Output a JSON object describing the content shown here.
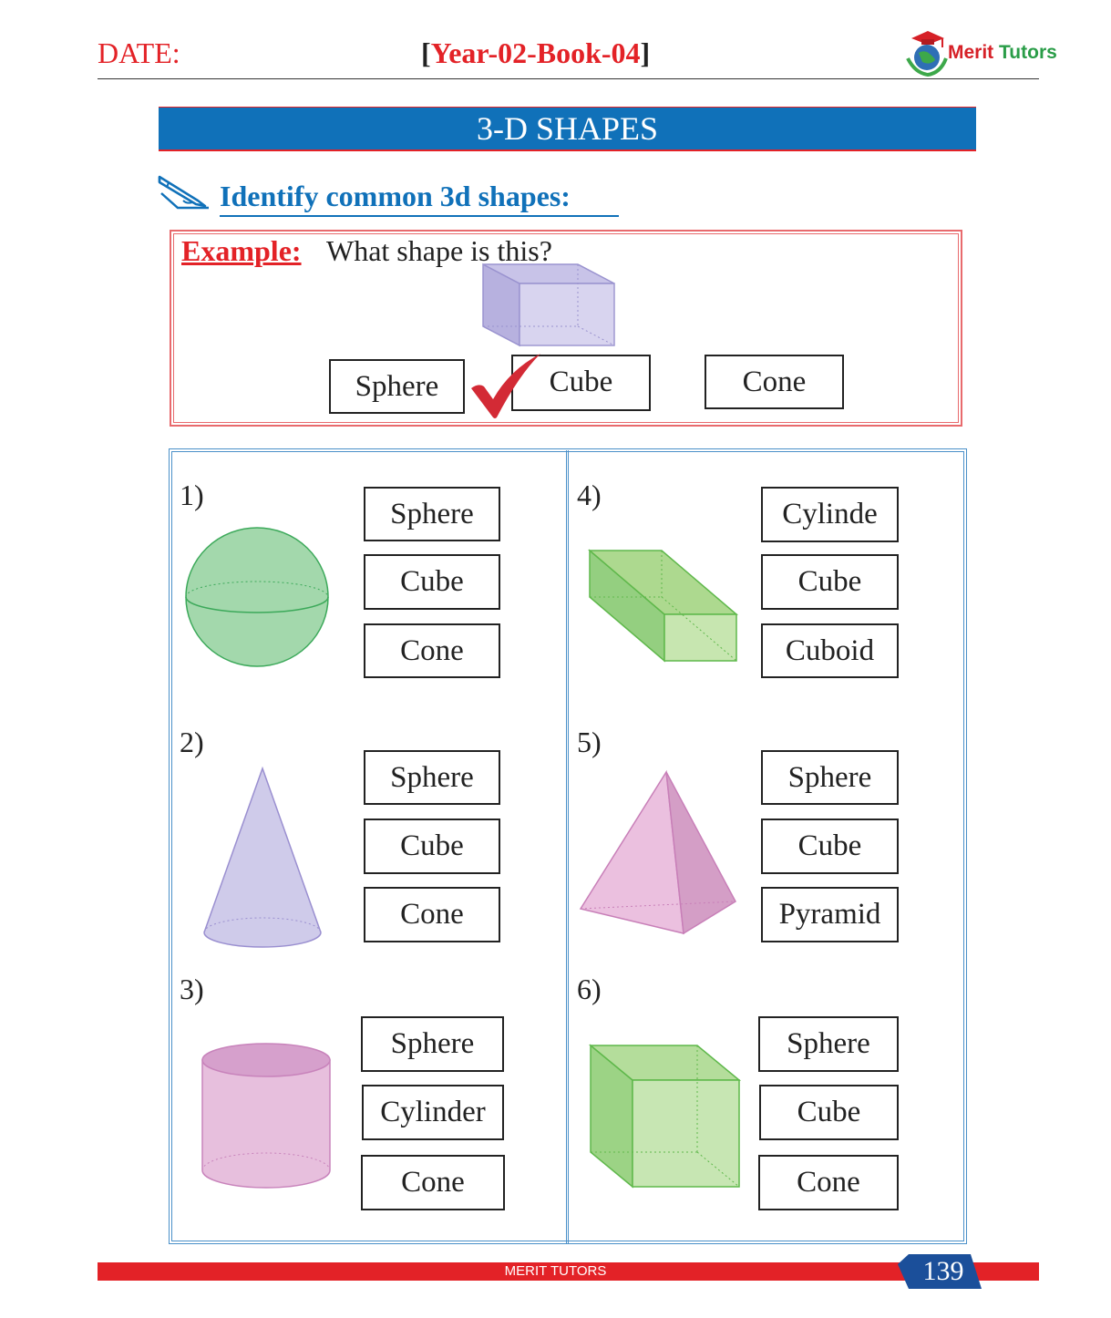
{
  "header": {
    "date_label": "DATE:",
    "book_open": "[",
    "book_id": "Year-02-Book-04",
    "book_close": "]",
    "logo_word1": "Merit",
    "logo_word2": "Tutors"
  },
  "title": "3-D SHAPES",
  "instruction": "Identify common 3d shapes:",
  "example": {
    "label": "Example:",
    "question": "What shape is this?",
    "options": [
      "Sphere",
      "Cube",
      "Cone"
    ],
    "checked_option": "Cube"
  },
  "questions": [
    {
      "number": "1)",
      "shape": "sphere",
      "options": [
        "Sphere",
        "Cube",
        "Cone"
      ]
    },
    {
      "number": "2)",
      "shape": "cone",
      "options": [
        "Sphere",
        "Cube",
        "Cone"
      ]
    },
    {
      "number": "3)",
      "shape": "cylinder",
      "options": [
        "Sphere",
        "Cylinder",
        "Cone"
      ]
    },
    {
      "number": "4)",
      "shape": "cuboid",
      "options": [
        "Cylinde",
        "Cube",
        "Cuboid"
      ]
    },
    {
      "number": "5)",
      "shape": "pyramid",
      "options": [
        "Sphere",
        "Cube",
        "Pyramid"
      ]
    },
    {
      "number": "6)",
      "shape": "cube",
      "options": [
        "Sphere",
        "Cube",
        "Cone"
      ]
    }
  ],
  "footer": {
    "brand": "MERIT TUTORS",
    "page_number": "139"
  },
  "colors": {
    "accent_red": "#e32227",
    "accent_blue": "#1071b9",
    "green_shape": "#a3d79c",
    "purple_shape": "#cfcbea",
    "pink_shape": "#e7bedd"
  }
}
